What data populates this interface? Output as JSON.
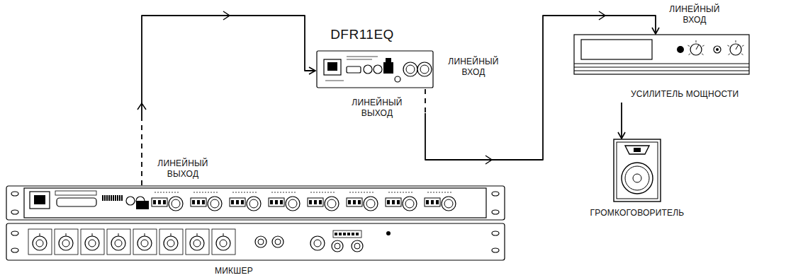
{
  "diagram": {
    "nodes": [
      {
        "text": [
          "МИКШЕР"
        ]
      },
      {
        "text": [
          "DFR11EQ"
        ]
      },
      {
        "text": [
          "УСИЛИТЕЛЬ МОЩНОСТИ"
        ]
      },
      {
        "text": [
          "ГРОМКОГОВОРИТЕЛЬ"
        ]
      }
    ],
    "edges": [
      {
        "from": 0,
        "to": 1,
        "arrow": "to"
      },
      {
        "from": 1,
        "to": 2,
        "arrow": "to"
      },
      {
        "from": 2,
        "to": 3,
        "arrow": "to"
      }
    ],
    "labels": [
      "ЛИНЕЙНЫЙ ВЫХОД",
      "ЛИНЕЙНЫЙ ВХОД",
      "ЛИНЕЙНЫЙ ВЫХОД",
      "ЛИНЕЙНЫЙ ВХОД"
    ]
  }
}
